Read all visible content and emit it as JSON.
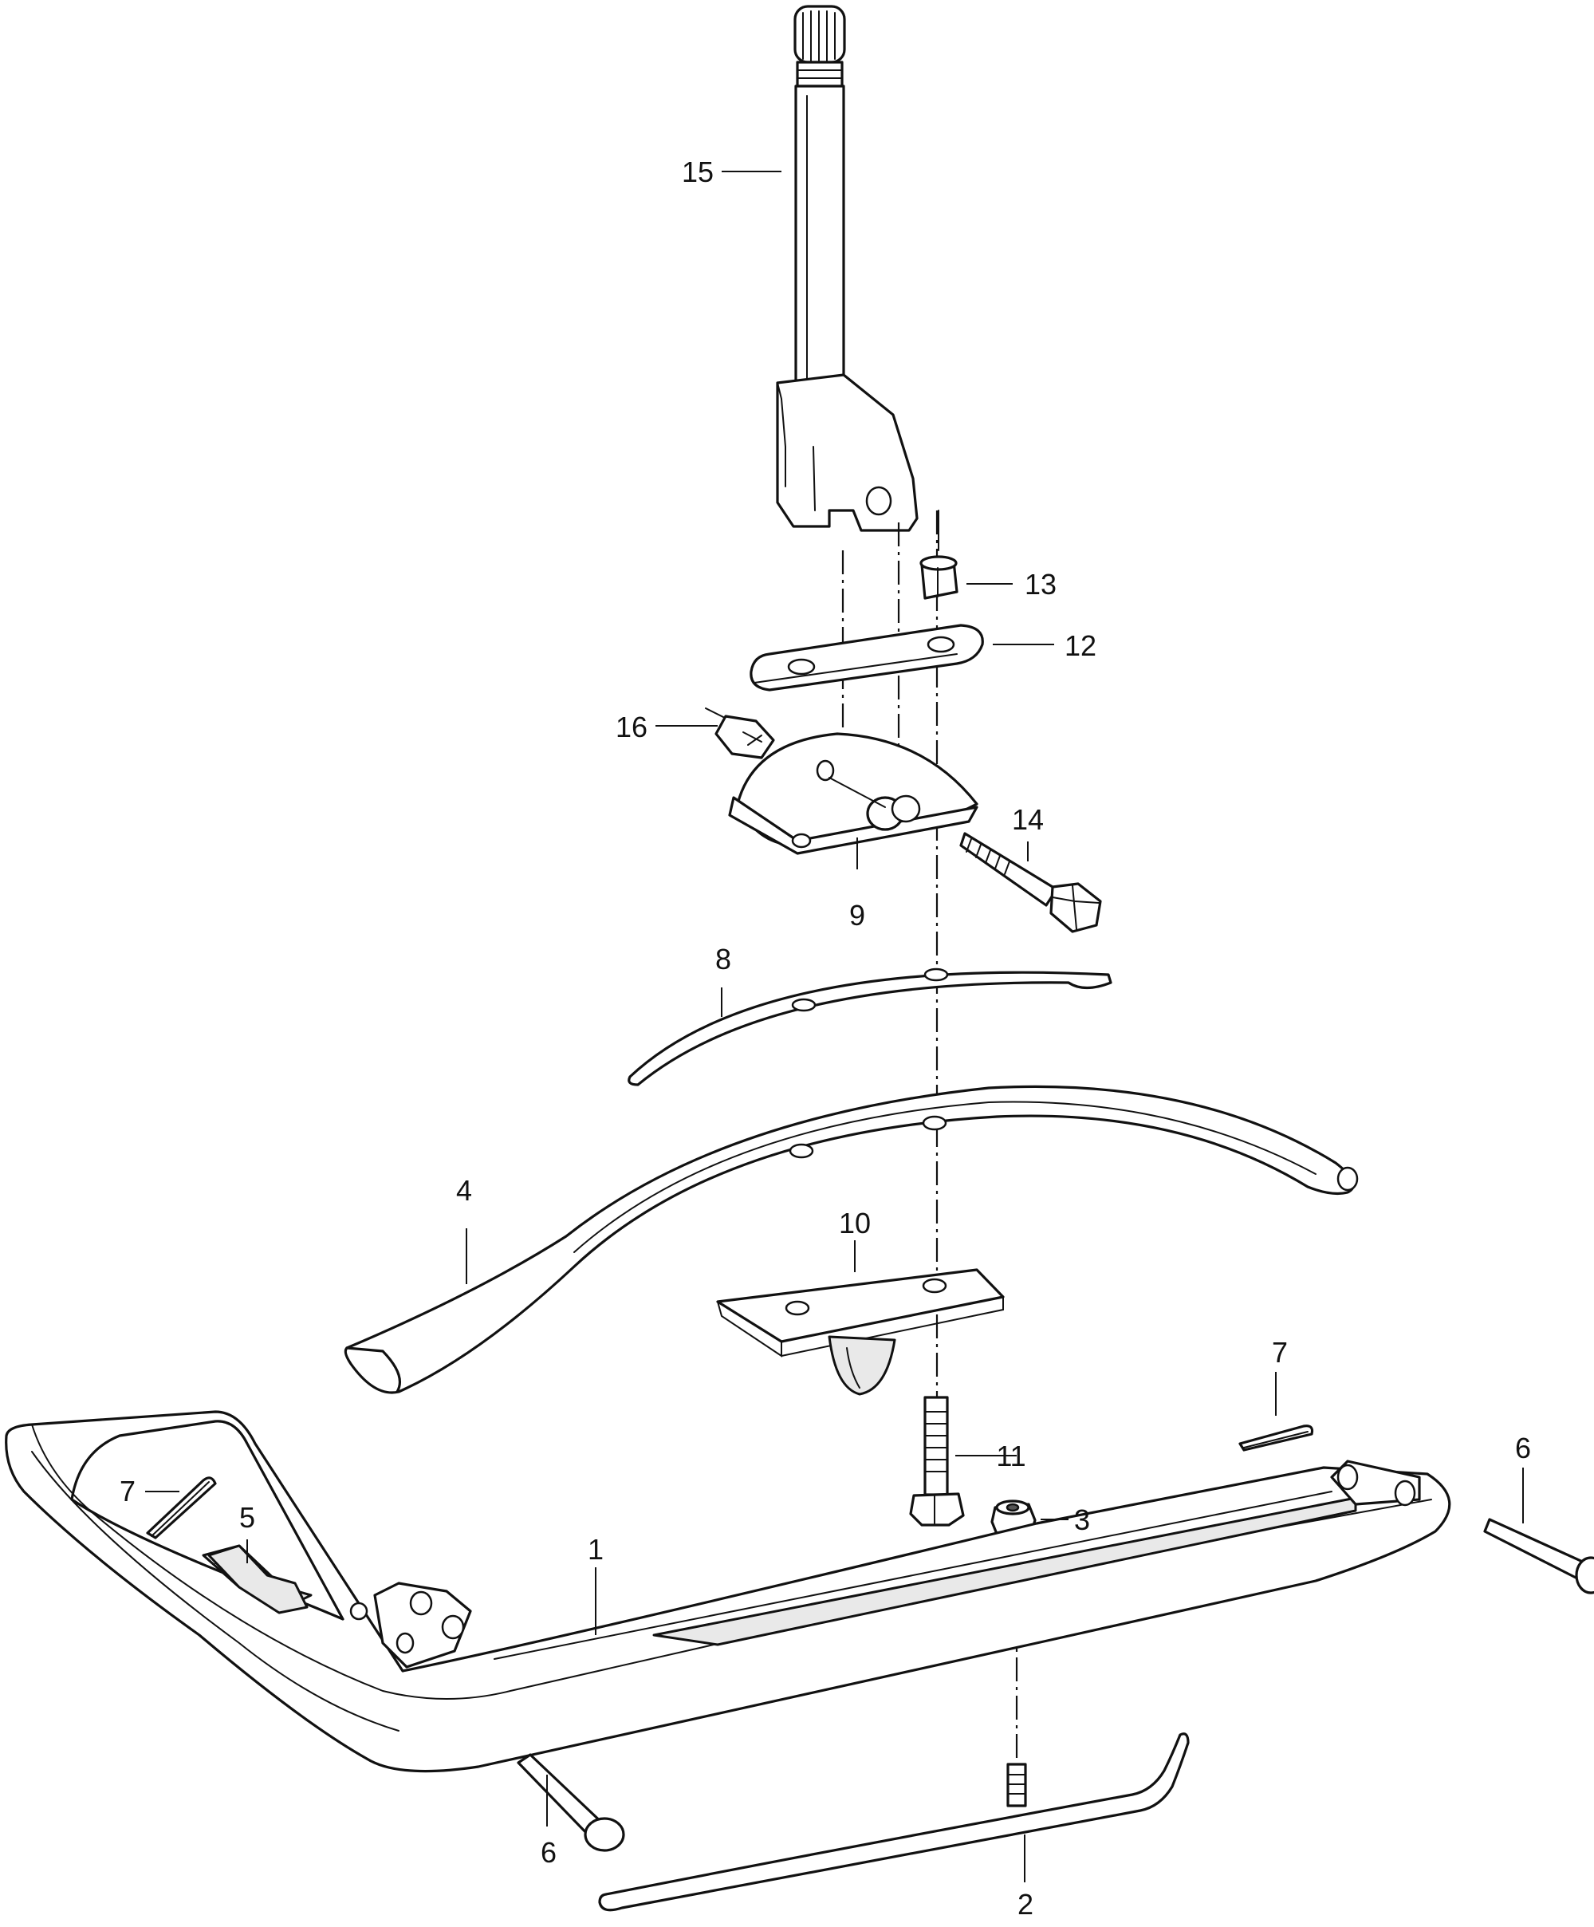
{
  "callouts": {
    "c1": "1",
    "c2": "2",
    "c3": "3",
    "c4": "4",
    "c5": "5",
    "c6_right": "6",
    "c6_bottom": "6",
    "c7_right": "7",
    "c7_left": "7",
    "c8": "8",
    "c9": "9",
    "c10": "10",
    "c11": "11",
    "c12": "12",
    "c13": "13",
    "c14": "14",
    "c15": "15",
    "c16": "16"
  }
}
